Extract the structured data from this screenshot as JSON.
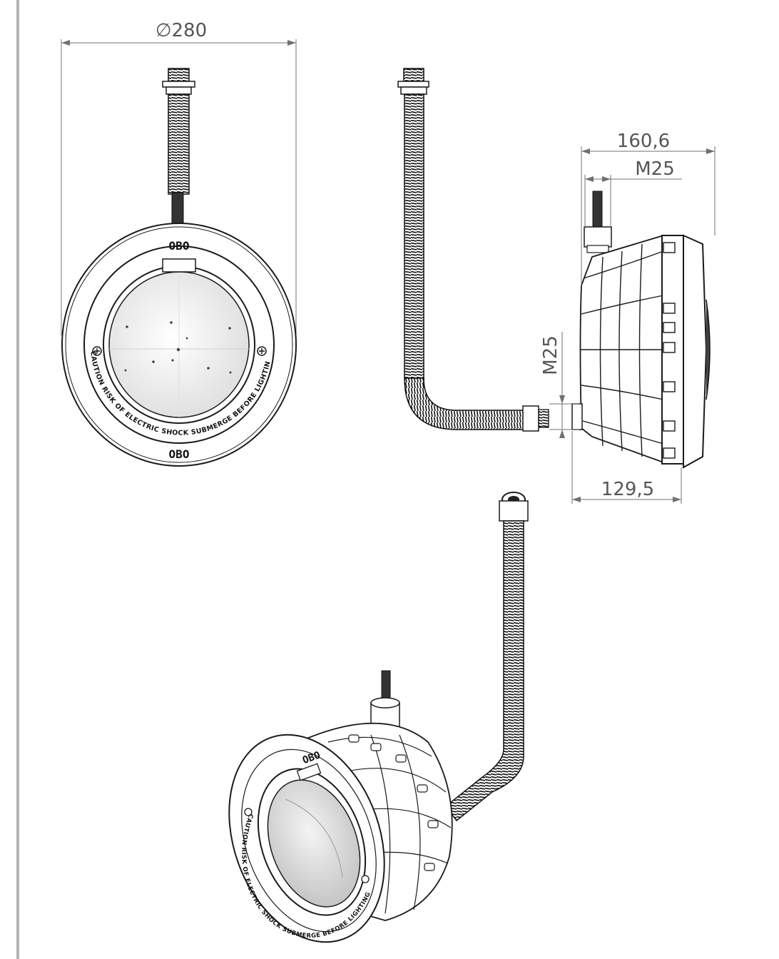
{
  "drawing": {
    "border_color": "#b5b5b5",
    "line_color": "#1a1a1a",
    "dimension_color": "#555555"
  },
  "dimensions": {
    "diameter": "∅280",
    "side_depth": "160,6",
    "side_gland_thread": "M25",
    "side_outlet_thread": "M25",
    "side_body_depth": "129,5"
  },
  "labels": {
    "caution_front": "CAUTION RISK OF ELECTRIC SHOCK SUBMERGE BEFORE LIGHTING",
    "caution_iso": "CAUTION RISK OF ELECTRIC SHOCK SUBMERGE BEFORE LIGHTING",
    "badge_mark": "OBO"
  }
}
